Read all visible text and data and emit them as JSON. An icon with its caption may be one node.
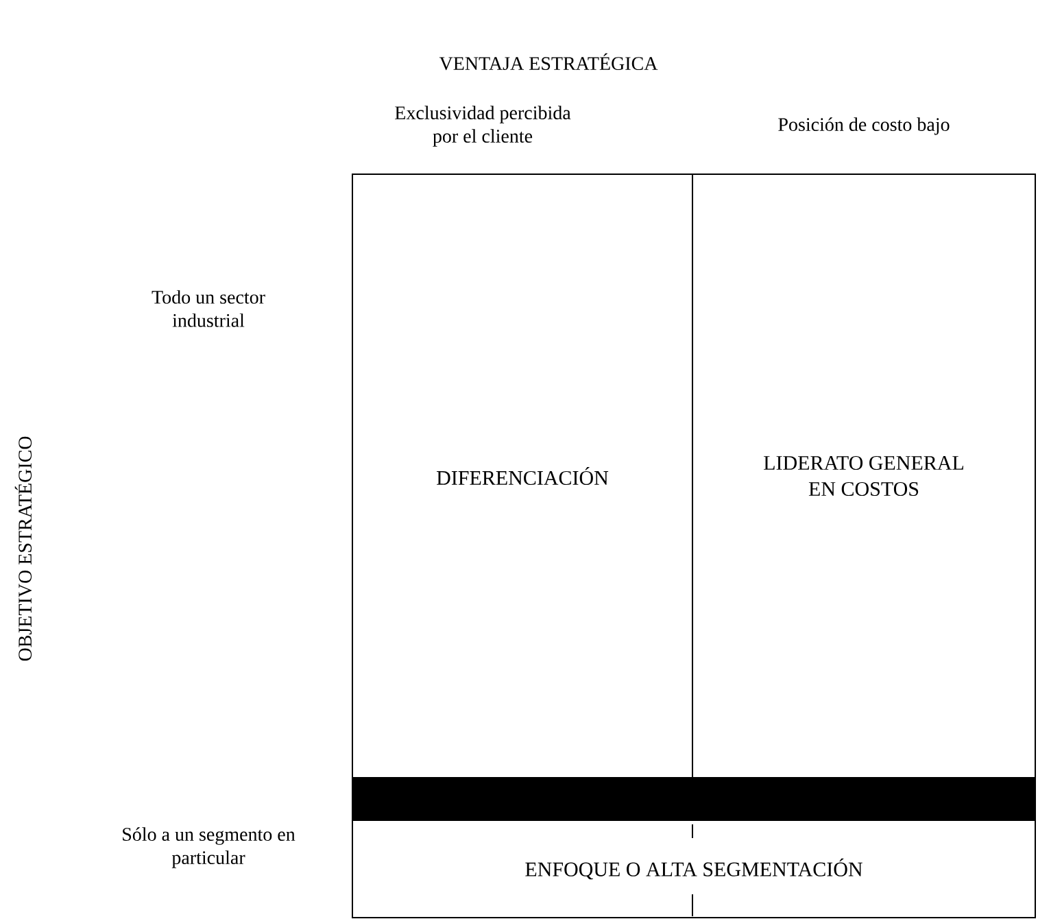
{
  "diagram": {
    "nodes": [
      {
        "text": [
          "DIFERENCIACIÓN"
        ]
      },
      {
        "text": [
          "LIDERATO GENERAL EN COSTOS"
        ]
      },
      {
        "text": [],
        "shape": "bar"
      },
      {
        "text": [
          "ENFOQUE O ALTA SEGMENTACIÓN"
        ]
      }
    ],
    "labels": [
      "VENTAJA ESTRATÉGICA",
      "Exclusividad percibida por el cliente",
      "Posición de costo bajo",
      "Todo un sector industrial",
      "OBJETIVO ESTRATÉGICO",
      "Sólo a un segmento en particular"
    ]
  }
}
